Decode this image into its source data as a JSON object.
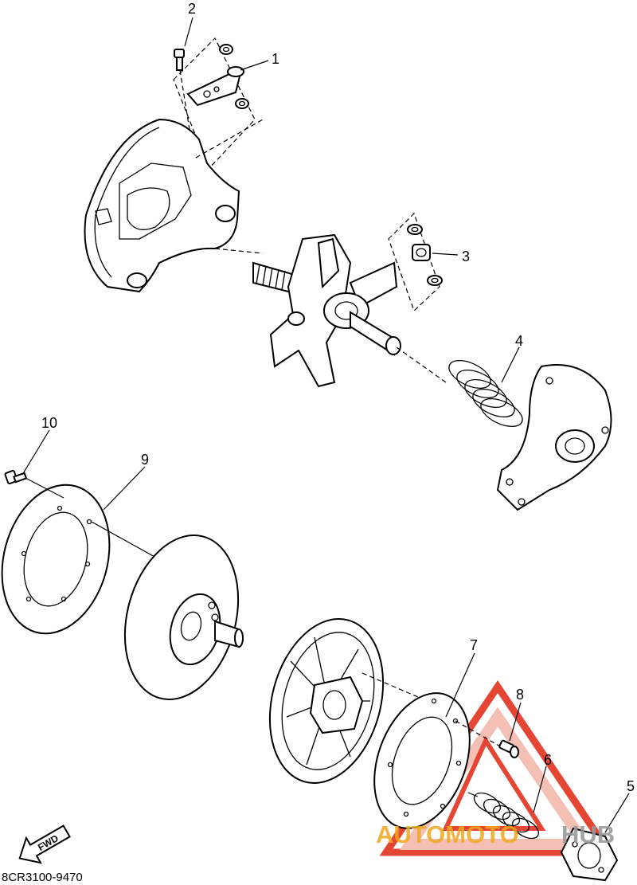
{
  "callouts": [
    {
      "id": "1",
      "label": "1"
    },
    {
      "id": "2",
      "label": "2"
    },
    {
      "id": "3",
      "label": "3"
    },
    {
      "id": "4",
      "label": "4"
    },
    {
      "id": "5",
      "label": "5"
    },
    {
      "id": "6",
      "label": "6"
    },
    {
      "id": "7",
      "label": "7"
    },
    {
      "id": "8",
      "label": "8"
    },
    {
      "id": "9",
      "label": "9"
    },
    {
      "id": "10",
      "label": "10"
    }
  ],
  "diagram_code": "8CR3100-9470",
  "direction_arrow": {
    "label": "FWD",
    "icon": "fwd-arrow-icon"
  },
  "watermark": {
    "text_left": "AUTOMOTO",
    "text_right": "HUB",
    "icon": "warning-triangle-icon",
    "colors": {
      "accent": "#e3321f",
      "accent_light": "#f3b9ae",
      "gray": "#9a9a9a"
    }
  }
}
